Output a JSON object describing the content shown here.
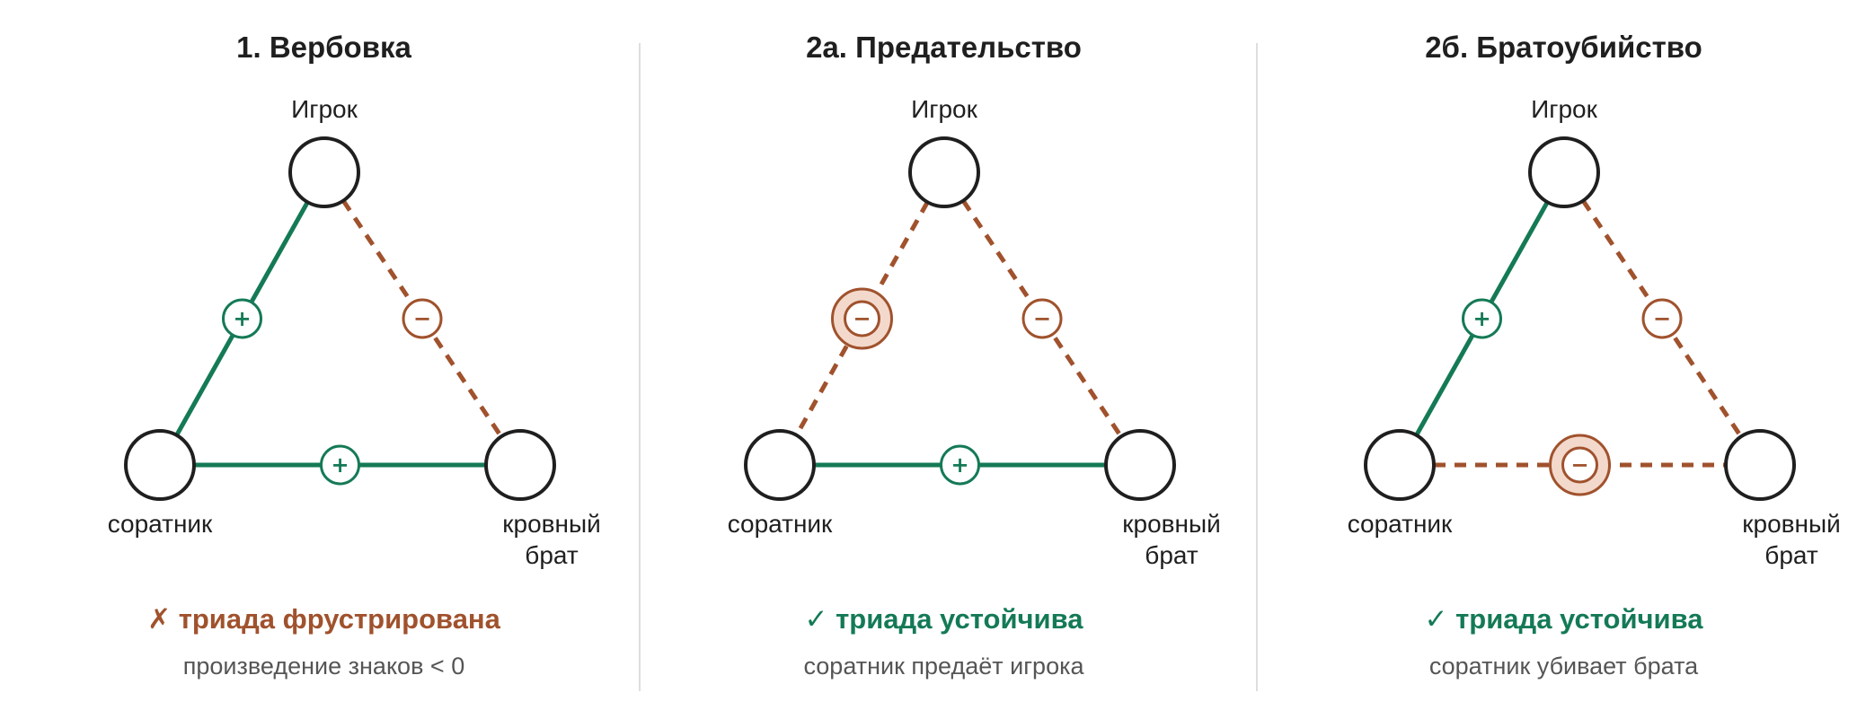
{
  "colors": {
    "positive": "#147a55",
    "negative": "#a0522d",
    "negative_fill": "#f3d9cb",
    "node_stroke": "#1f1f1f",
    "text": "#1f1f1f",
    "muted_text": "#555555",
    "divider": "#dedede"
  },
  "panels": [
    {
      "title": "1. Вербовка",
      "nodes": {
        "top": "Игрок",
        "left": "соратник",
        "right_line1": "кровный",
        "right_line2": "брат"
      },
      "edges": {
        "top_left": {
          "sign": "+",
          "emphasized": false
        },
        "top_right": {
          "sign": "−",
          "emphasized": false
        },
        "bottom": {
          "sign": "+",
          "emphasized": false
        }
      },
      "status": {
        "symbol": "✗",
        "text": "триада фрустрирована",
        "kind": "frustrated"
      },
      "caption": "произведение знаков < 0"
    },
    {
      "title": "2а. Предательство",
      "nodes": {
        "top": "Игрок",
        "left": "соратник",
        "right_line1": "кровный",
        "right_line2": "брат"
      },
      "edges": {
        "top_left": {
          "sign": "−",
          "emphasized": true
        },
        "top_right": {
          "sign": "−",
          "emphasized": false
        },
        "bottom": {
          "sign": "+",
          "emphasized": false
        }
      },
      "status": {
        "symbol": "✓",
        "text": "триада устойчива",
        "kind": "stable"
      },
      "caption": "соратник предаёт игрока"
    },
    {
      "title": "2б. Братоубийство",
      "nodes": {
        "top": "Игрок",
        "left": "соратник",
        "right_line1": "кровный",
        "right_line2": "брат"
      },
      "edges": {
        "top_left": {
          "sign": "+",
          "emphasized": false
        },
        "top_right": {
          "sign": "−",
          "emphasized": false
        },
        "bottom": {
          "sign": "−",
          "emphasized": true
        }
      },
      "status": {
        "symbol": "✓",
        "text": "триада устойчива",
        "kind": "stable"
      },
      "caption": "соратник убивает брата"
    }
  ]
}
